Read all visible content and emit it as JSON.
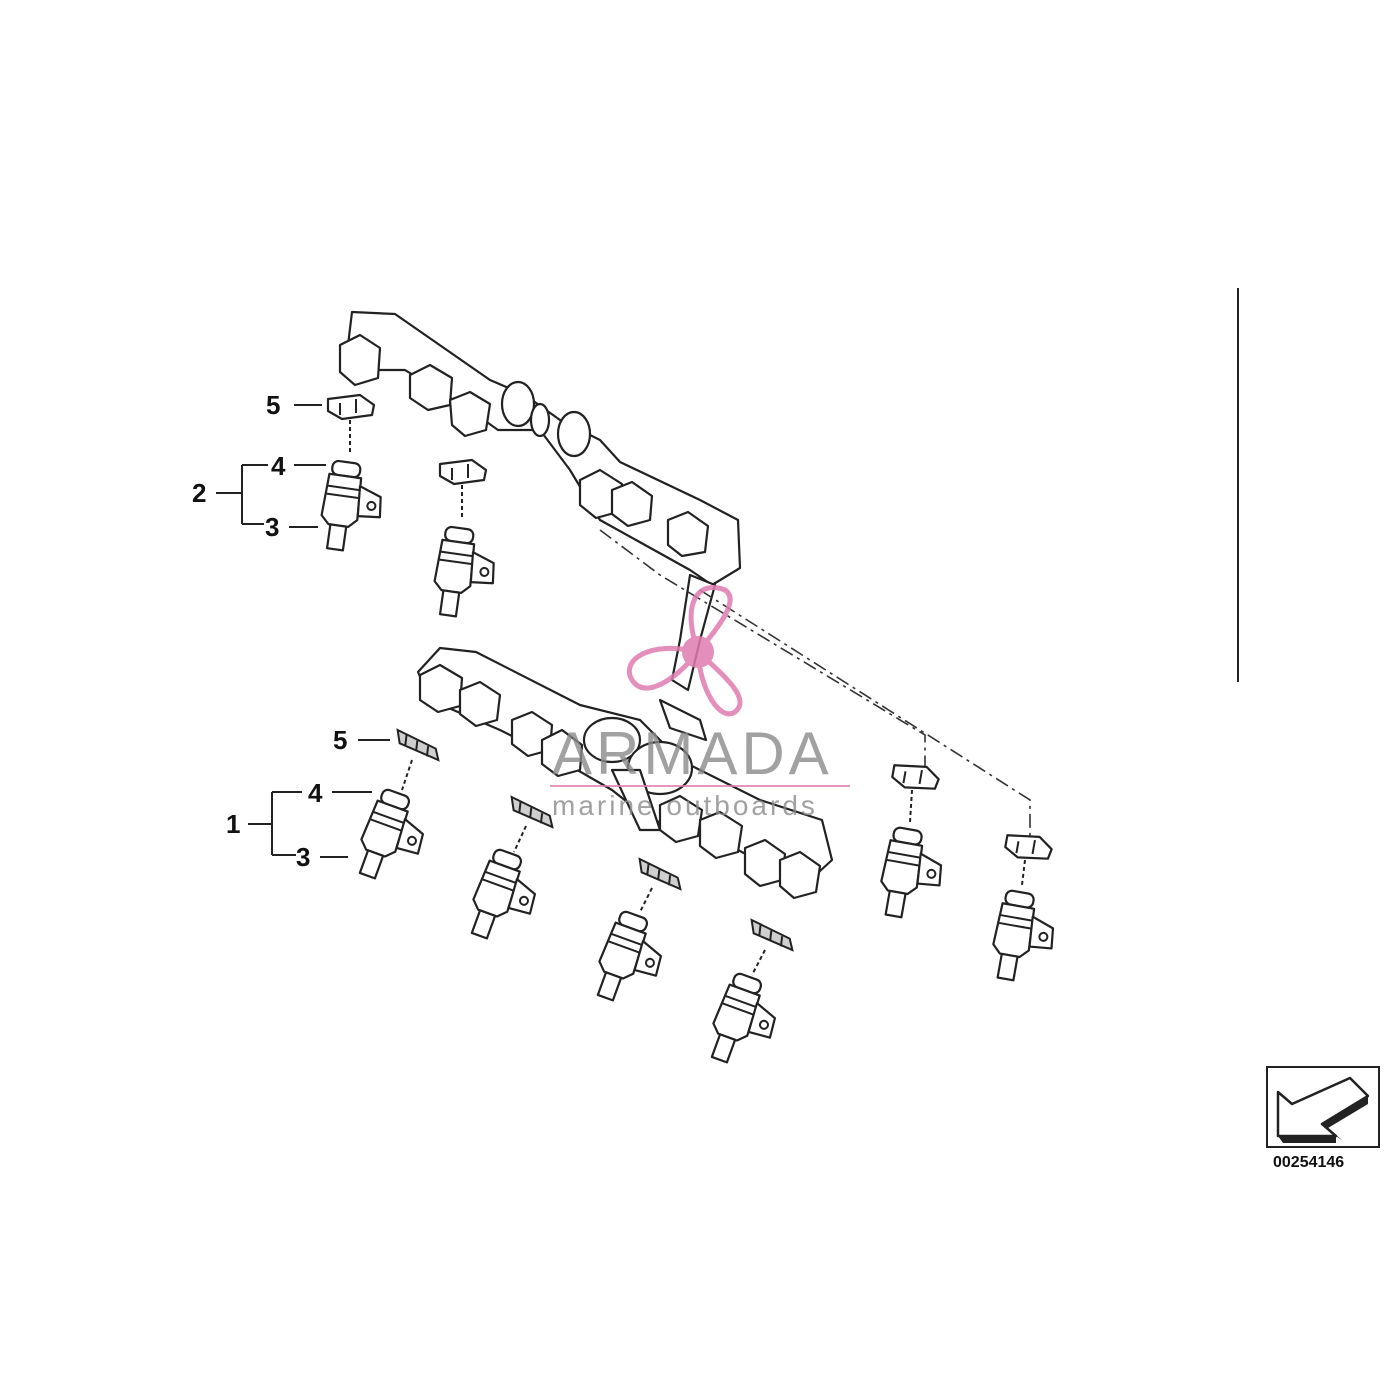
{
  "diagram": {
    "callouts": {
      "upper": {
        "group": "2",
        "item_top": "4",
        "item_bottom": "3",
        "clip": "5"
      },
      "lower": {
        "group": "1",
        "item_top": "4",
        "item_bottom": "3",
        "clip": "5"
      }
    },
    "reference_number": "00254146"
  },
  "watermark": {
    "title": "ARMADA",
    "subtitle": "marine outboards",
    "accent_color": "#e07bb0"
  },
  "icons": {
    "nav_arrow": "arrow-down-left-icon",
    "logo": "propeller-icon"
  }
}
